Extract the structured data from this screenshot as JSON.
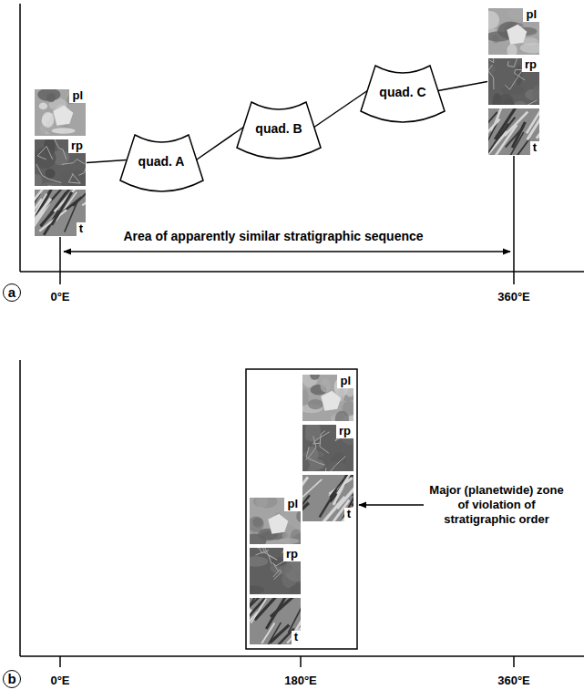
{
  "diagram": {
    "nodes": [
      {
        "text": [
          "pl"
        ]
      },
      {
        "text": [
          "rp"
        ]
      },
      {
        "text": [
          "t"
        ]
      },
      {
        "text": [
          "quad. A"
        ]
      },
      {
        "text": [
          "quad. B"
        ]
      },
      {
        "text": [
          "quad. C"
        ]
      },
      {
        "text": [
          "pl"
        ]
      },
      {
        "text": [
          "rp"
        ]
      },
      {
        "text": [
          "t"
        ]
      },
      {
        "text": [
          "pl"
        ]
      },
      {
        "text": [
          "rp"
        ]
      },
      {
        "text": [
          "t"
        ]
      },
      {
        "text": [
          "pl"
        ]
      },
      {
        "text": [
          "rp"
        ]
      },
      {
        "text": [
          "t"
        ]
      }
    ],
    "edges": [
      {
        "from": 1,
        "to": 3,
        "arrow": "none"
      },
      {
        "from": 3,
        "to": 4,
        "arrow": "none"
      },
      {
        "from": 4,
        "to": 5,
        "arrow": "none"
      },
      {
        "from": 5,
        "to": 7,
        "arrow": "none"
      }
    ],
    "labels": [
      "Area of apparently similar stratigraphic sequence",
      "a",
      "0°E",
      "360°E",
      "Major (planetwide) zone of violation of stratigraphic order",
      "b",
      "0°E",
      "180°E",
      "360°E"
    ]
  }
}
